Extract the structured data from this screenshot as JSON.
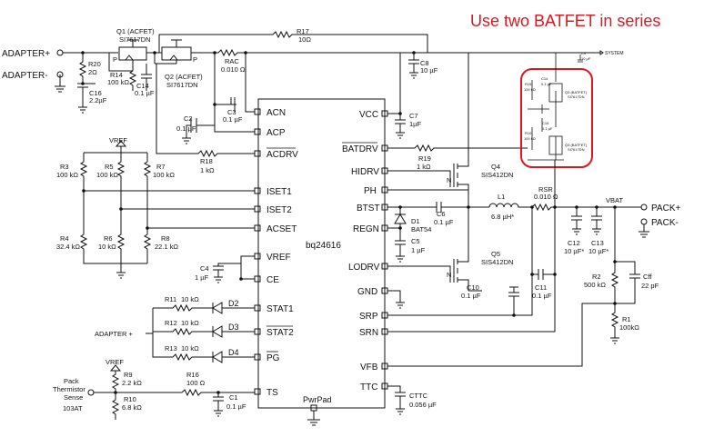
{
  "title": "Use two BATFET in series",
  "ic": {
    "name": "bq24616",
    "pins_left": [
      "ACN",
      "ACP",
      "ACDRV",
      "ISET1",
      "ISET2",
      "ACSET",
      "VREF",
      "CE",
      "STAT1",
      "STAT2",
      "PG",
      "TS"
    ],
    "pins_right": [
      "VCC",
      "BATDRV",
      "HIDRV",
      "PH",
      "BTST",
      "REGN",
      "LODRV",
      "GND",
      "SRP",
      "SRN",
      "VFB",
      "TTC"
    ],
    "pwrpad": "PwrPad"
  },
  "terminals": {
    "adapter_plus": "ADAPTER+",
    "adapter_minus": "ADAPTER-",
    "pack_plus": "PACK+",
    "pack_minus": "PACK-",
    "vbat": "VBAT",
    "system": "SYSTEM",
    "adapter_led": "ADAPTER +",
    "vref1": "VREF",
    "vref2": "VREF",
    "pack_therm_1": "Pack",
    "pack_therm_2": "Thermistor",
    "pack_therm_3": "Sense",
    "pack_therm_4": "103AT"
  },
  "components": {
    "q1": {
      "ref": "Q1 (ACFET)",
      "part": "SI7617DN"
    },
    "q2": {
      "ref": "Q2 (ACFET)",
      "part": "SI7617DN"
    },
    "q1_p": "P",
    "q2_p": "P",
    "r17": {
      "ref": "R17",
      "value": "10Ω"
    },
    "r20": {
      "ref": "R20",
      "value": "2Ω"
    },
    "c16": {
      "ref": "C16",
      "value": "2.2µF"
    },
    "r14": {
      "ref": "R14",
      "value": "100 kΩ"
    },
    "c14": {
      "ref": "C14",
      "value": "0.1 µF"
    },
    "rac": {
      "ref": "RAC",
      "value": "0.010 Ω"
    },
    "c3": {
      "ref": "C3",
      "value": "0.1 µF"
    },
    "c2": {
      "ref": "C2",
      "value": "0.1 µF"
    },
    "c8": {
      "ref": "C8",
      "value": "10 µF"
    },
    "c7": {
      "ref": "C7",
      "value": "1µF"
    },
    "r18": {
      "ref": "R18",
      "value": "1 kΩ"
    },
    "r19": {
      "ref": "R19",
      "value": "1 kΩ"
    },
    "r3": {
      "ref": "R3",
      "value": "100 kΩ"
    },
    "r5": {
      "ref": "R5",
      "value": "100 kΩ"
    },
    "r7": {
      "ref": "R7",
      "value": "100 kΩ"
    },
    "r4": {
      "ref": "R4",
      "value": "32.4 kΩ"
    },
    "r6": {
      "ref": "R6",
      "value": "10 kΩ"
    },
    "r8": {
      "ref": "R8",
      "value": "22.1 kΩ"
    },
    "c4": {
      "ref": "C4",
      "value": "1 µF"
    },
    "r11": {
      "ref": "R11",
      "value": "10 kΩ"
    },
    "r12": {
      "ref": "R12",
      "value": "10 kΩ"
    },
    "r13": {
      "ref": "R13",
      "value": "10 kΩ"
    },
    "d2": "D2",
    "d3": "D3",
    "d4": "D4",
    "r9": {
      "ref": "R9",
      "value": "2.2 kΩ"
    },
    "r10": {
      "ref": "R10",
      "value": "6.8 kΩ"
    },
    "r16": {
      "ref": "R16",
      "value": "100 Ω"
    },
    "c1": {
      "ref": "C1",
      "value": "0.1 µF"
    },
    "q4": {
      "ref": "Q4",
      "part": "SIS412DN",
      "type": "N"
    },
    "q5": {
      "ref": "Q5",
      "part": "SIS412DN",
      "type": "N"
    },
    "c6": {
      "ref": "C6",
      "value": "0.1 µF"
    },
    "d1": {
      "ref": "D1",
      "part": "BAT54"
    },
    "c5": {
      "ref": "C5",
      "value": "1 µF"
    },
    "l1": {
      "ref": "L1",
      "value": "6.8 µH*"
    },
    "rsr": {
      "ref": "RSR",
      "value": "0.010 Ω"
    },
    "c10": {
      "ref": "C10",
      "value": "0.1 µF"
    },
    "c11": {
      "ref": "C11",
      "value": "0.1 µF"
    },
    "c12": {
      "ref": "C12",
      "value": "10 µF*"
    },
    "c13": {
      "ref": "C13",
      "value": "10 µF*"
    },
    "r2": {
      "ref": "R2",
      "value": "500 kΩ"
    },
    "cff": {
      "ref": "Cff",
      "value": "22 pF"
    },
    "r1": {
      "ref": "R1",
      "value": "100kΩ"
    },
    "cttc": {
      "ref": "CTTC",
      "value": "0.056 µF"
    }
  },
  "batfet_inset": {
    "c9": "C9",
    "c9v": "10 µF",
    "r15": "R15",
    "r15v": "100 kΩ",
    "c14": "C14",
    "c14v": "0.1 µF",
    "q3": "Q3 (BATFET)",
    "q3p": "SI7617DN",
    "c15": "C15",
    "c15v": "0.1 µF",
    "r10": "R10",
    "r10v": "100 kΩ",
    "q3b": "Q3 (BATFET)",
    "q3bp": "SI7617DN",
    "highlight_color": "#e0161d"
  }
}
